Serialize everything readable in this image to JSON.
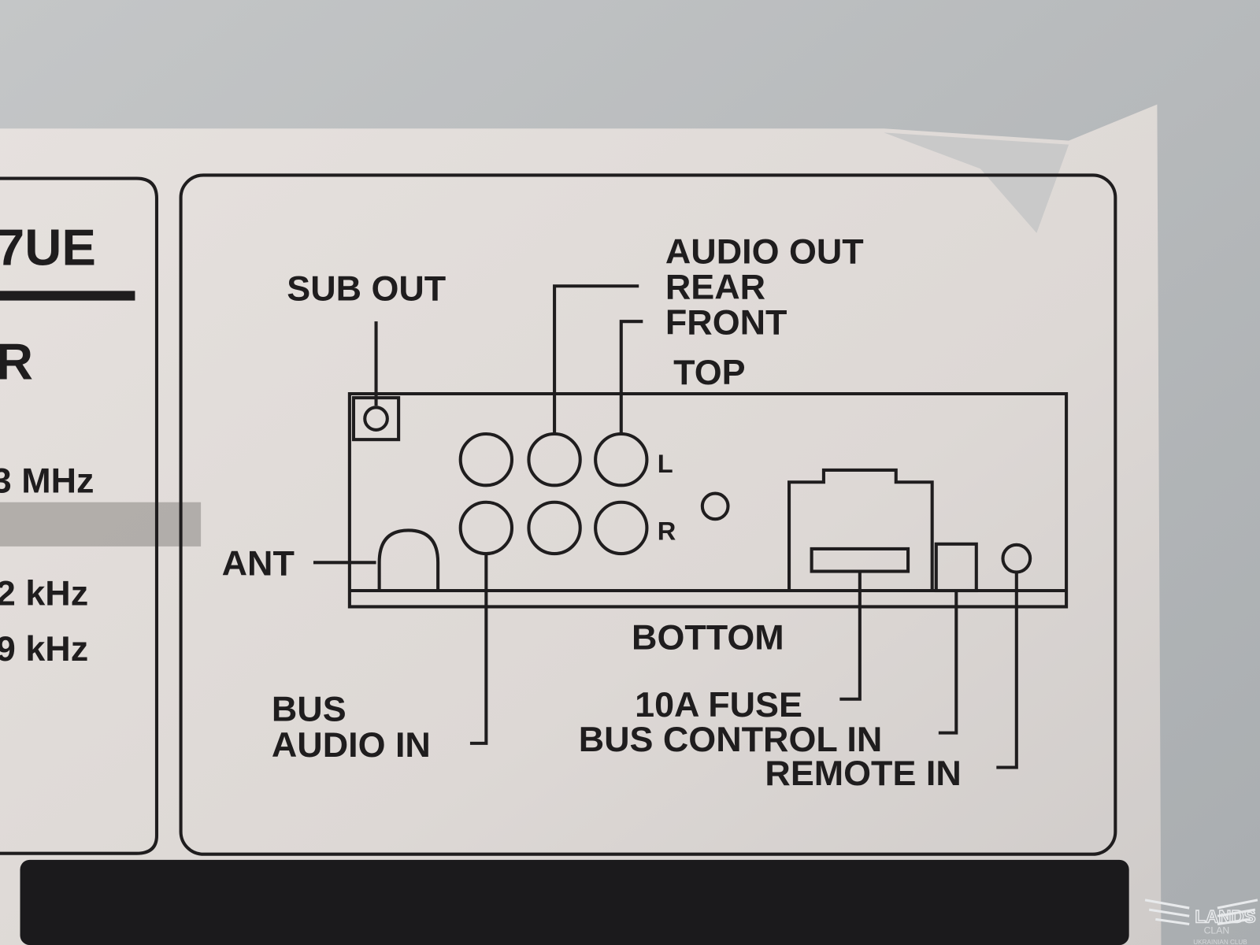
{
  "left_panel": {
    "model_suffix": "7UE",
    "letter": "R",
    "freq_mhz": "3 MHz",
    "freq_khz_1": "2 kHz",
    "freq_khz_2": "9 kHz"
  },
  "diagram": {
    "sub_out": "SUB OUT",
    "audio_out": "AUDIO OUT",
    "rear": "REAR",
    "front": "FRONT",
    "top": "TOP",
    "left_channel": "L",
    "right_channel": "R",
    "ant": "ANT",
    "bottom": "BOTTOM",
    "bus_audio_in_line1": "BUS",
    "bus_audio_in_line2": "AUDIO IN",
    "fuse": "10A FUSE",
    "bus_control_in": "BUS CONTROL IN",
    "remote_in": "REMOTE IN"
  },
  "watermark": {
    "brand": "LANDS",
    "sub": "CLAN",
    "tagline": "UKRAINIAN CLUB"
  }
}
